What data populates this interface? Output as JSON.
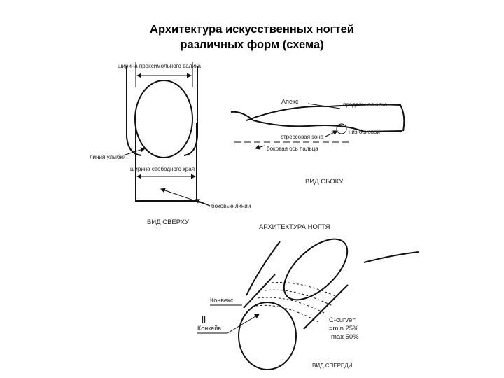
{
  "title": {
    "line1": "Архитектура искусственных ногтей",
    "line2": "различных форм (схема)"
  },
  "top_view": {
    "label_proximal_width": "ширина проксимольного валика",
    "label_smile_line": "линия улыбки",
    "label_free_edge_width": "ширина свободного края",
    "label_side_lines": "боковые линии",
    "caption": "ВИД СВЕРХУ"
  },
  "side_view": {
    "label_apex": "Апекс",
    "label_longitudinal_arch": "продольная арка",
    "label_stress_zone": "стрессовая зона",
    "label_lateral_bottom": "низ боковой",
    "label_finger_axis": "боковая ось пальца",
    "caption": "ВИД СБОКУ"
  },
  "front_view": {
    "header": "АРХИТЕКТУРА НОГТЯ",
    "label_convex": "Конвекс",
    "equal_sign": "||",
    "label_concave": "Конкейв",
    "ccurve_line1": "C-curve=",
    "ccurve_line2": "=min 25%",
    "ccurve_line3": "max 50%",
    "caption": "ВИД СПЕРЕДИ"
  }
}
